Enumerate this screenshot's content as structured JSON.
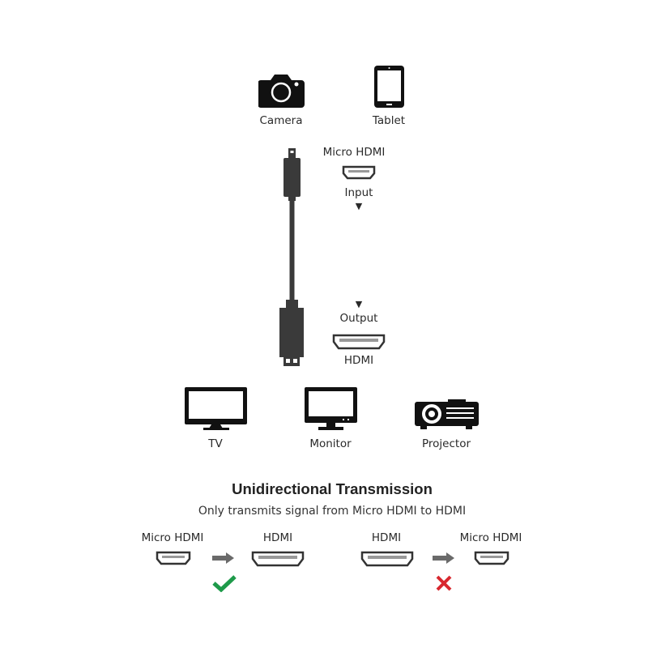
{
  "sources": {
    "camera_label": "Camera",
    "tablet_label": "Tablet"
  },
  "cable": {
    "input_connector": "Micro HDMI",
    "input_label": "Input",
    "output_label": "Output",
    "output_connector": "HDMI",
    "direction_marker": "▼"
  },
  "displays": {
    "tv_label": "TV",
    "monitor_label": "Monitor",
    "projector_label": "Projector"
  },
  "transmission": {
    "title": "Unidirectional Transmission",
    "subtitle": "Only transmits signal from Micro HDMI to HDMI",
    "supported": {
      "from": "Micro HDMI",
      "to": "HDMI",
      "status": "check-icon"
    },
    "unsupported": {
      "from": "HDMI",
      "to": "Micro HDMI",
      "status": "cross-icon"
    }
  },
  "colors": {
    "icon": "#111111",
    "cable": "#3a3a3a",
    "check": "#1e9a4a",
    "cross": "#d8282f",
    "arrow": "#6a6a6a"
  }
}
